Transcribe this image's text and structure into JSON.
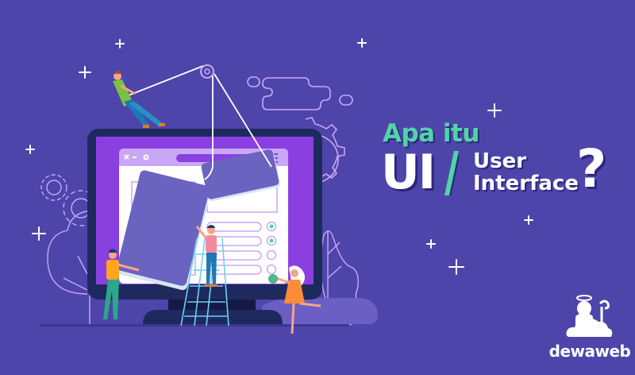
{
  "headline": {
    "line1": "Apa itu",
    "abbr": "UI",
    "slash": "/",
    "word1": "User",
    "word2": "Interface",
    "question_mark": "?"
  },
  "brand": {
    "name": "dewaweb",
    "icon": "angel-mascot-icon"
  },
  "illustration": {
    "browser_window_controls": [
      "x",
      "-",
      "o"
    ],
    "list_items": [
      {
        "checked": true
      },
      {
        "checked": true
      },
      {
        "checked": false
      },
      {
        "checked": false
      }
    ],
    "characters": [
      "man-pulling-rope",
      "man-holding-card",
      "man-on-ladder",
      "woman-holding-ball"
    ]
  },
  "colors": {
    "background": "#4e45ab",
    "accent_green": "#4fd6a3",
    "monitor_frame": "#1e2a5e",
    "screen_purple": "#8a3fe0",
    "card_purple": "#6a63c0",
    "outline_lilac": "#c8a8f5",
    "white": "#ffffff"
  }
}
